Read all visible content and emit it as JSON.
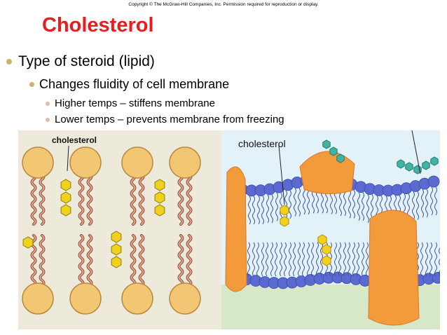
{
  "copyright": "Copyright © The McGraw-Hill Companies, Inc. Permission required for reproduction or display.",
  "title": "Cholesterol",
  "bullets": {
    "level1": "Type of steroid (lipid)",
    "level2": "Changes fluidity of cell membrane",
    "level3": [
      "Higher temps – stiffens membrane",
      "Lower temps – prevents membrane from freezing"
    ]
  },
  "figures": {
    "left_label": "cholesterol",
    "right_label": "cholesterol"
  },
  "colors": {
    "title": "#e81d1d",
    "phospholipid_head": "#f3c674",
    "cholesterol_ring": "#f0d21c",
    "protein": "#f39a3a",
    "membrane_head_blue": "#5a6ad0",
    "water": "#d9eef7",
    "glyco": "#41b3a3"
  }
}
